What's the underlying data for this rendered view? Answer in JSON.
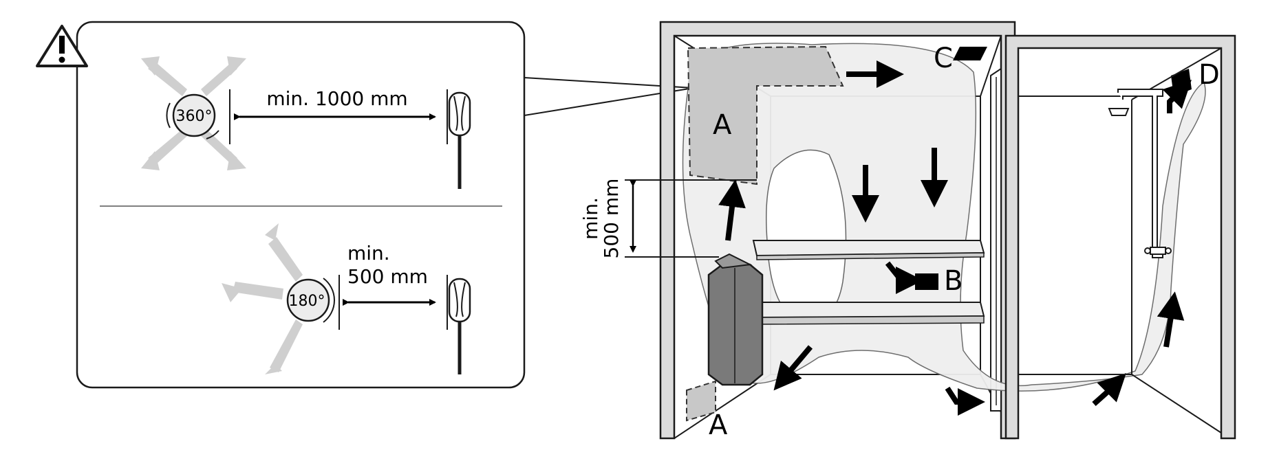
{
  "callout": {
    "top": {
      "angle_label": "360°",
      "distance_label": "min. 1000 mm"
    },
    "bottom": {
      "angle_label": "180°",
      "distance_line1": "min.",
      "distance_line2": "500 mm"
    }
  },
  "room": {
    "side_distance_line1": "min.",
    "side_distance_line2": "500 mm",
    "label_a_upper": "A",
    "label_a_lower": "A",
    "label_b": "B",
    "label_c": "C",
    "label_d": "D"
  },
  "icons": [
    "warning-icon",
    "sensor-icon",
    "heater-icon",
    "shower-icon",
    "airflow-arrow-icon"
  ],
  "colors": {
    "line": "#1a1a1a",
    "wall": "#dcdcdc",
    "zone": "#c8c8c8",
    "airflow": "#efefef",
    "heater": "#7a7a7a"
  }
}
